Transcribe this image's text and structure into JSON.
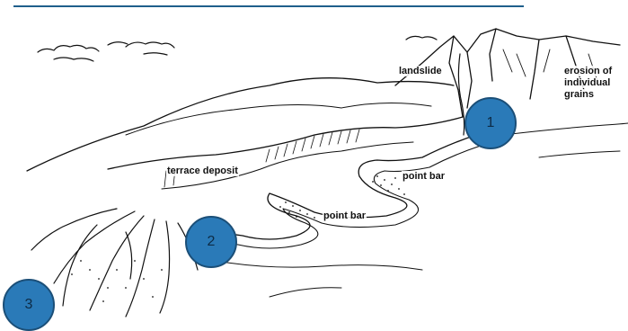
{
  "labels": {
    "landslide": "landslide",
    "erosion_line1": "erosion of",
    "erosion_line2": "individual",
    "erosion_line3": "grains",
    "terrace_deposit": "terrace deposit",
    "point_bar_upper": "point bar",
    "point_bar_lower": "point bar"
  },
  "markers": {
    "m1": "1",
    "m2": "2",
    "m3": "3"
  },
  "colors": {
    "accent_rule": "#1f5f8b",
    "marker_fill": "#2a7ab8",
    "marker_border": "#1b4f78",
    "ink": "#111111"
  }
}
